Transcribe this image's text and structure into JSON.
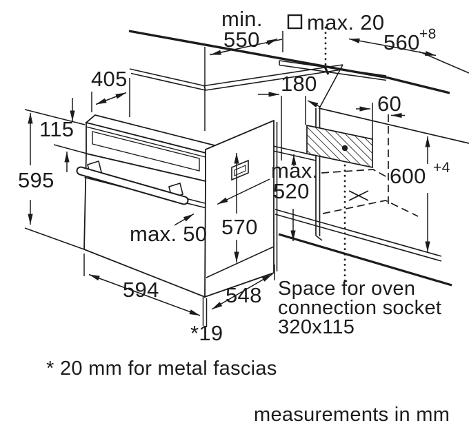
{
  "colors": {
    "line": "#1c1c1c",
    "background": "#ffffff"
  },
  "diagram": {
    "worktop": {
      "min_depth_prefix": "min.",
      "min_depth_value": "550",
      "protrusion_label": "max. 20",
      "niche_width_value": "560",
      "niche_width_tolerance": "+8"
    },
    "oven": {
      "top_depth": "405",
      "panel_height": "115",
      "front_height": "595",
      "body_height": "570",
      "front_width": "594",
      "body_depth": "548",
      "handle_clearance": "max. 50",
      "base_offset": "*19"
    },
    "niche": {
      "socket_offset": "180",
      "socket_side_clearance": "60",
      "recess_depth_prefix": "max.",
      "recess_depth_value": "520",
      "height_value": "600",
      "height_tolerance": "+4",
      "socket_note_line1": "Space for oven",
      "socket_note_line2": "connection socket",
      "socket_note_line3": "320x115"
    },
    "footnote": "* 20 mm for metal fascias",
    "units_note": "measurements in mm"
  }
}
